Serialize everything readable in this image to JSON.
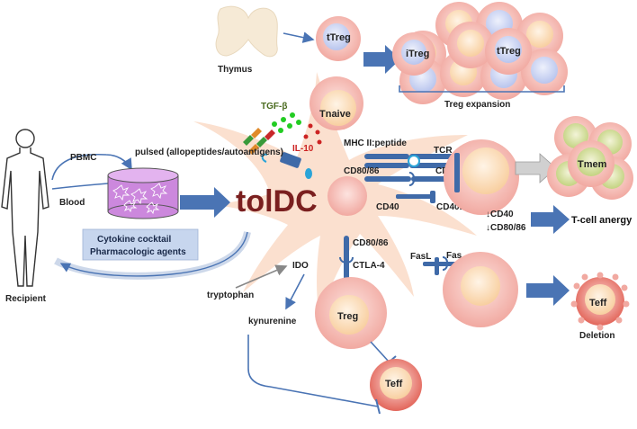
{
  "labels": {
    "thymus": "Thymus",
    "treg_thymus": "tTreg",
    "itreg": "iTreg",
    "ttreg_cluster": "tTreg",
    "treg_expansion": "Treg expansion",
    "tnaive": "Tnaive",
    "tgf_beta": "TGF-β",
    "il10": "IL-10",
    "mhc": "MHC II:peptide",
    "tcr": "TCR",
    "cd80_86_a": "CD80/86",
    "cd28": "CD28",
    "cd40": "CD40",
    "cd40l": "CD40L",
    "tmem": "Tmem",
    "down_cd40": "↓CD40",
    "down_cd80": "↓CD80/86",
    "anergy": "T-cell anergy",
    "pbmc": "PBMC",
    "pulsed": "pulsed (allopeptides/autoantigens)",
    "blood": "Blood",
    "toldc": "tolDC",
    "cocktail_1": "Cytokine cocktail",
    "cocktail_2": "Pharmacologic agents",
    "recipient": "Recipient",
    "ido": "IDO",
    "tryptophan": "tryptophan",
    "kynurenine": "kynurenine",
    "cd80_86_b": "CD80/86",
    "ctla4": "CTLA-4",
    "treg_mid": "Treg",
    "teff_bottom": "Teff",
    "fasl": "FasL",
    "fas": "Fas",
    "teff_deletion": "Teff",
    "deletion": "Deletion"
  },
  "colors": {
    "cell_outer": "#f4b9b2",
    "cell_inner": "#fbd9b5",
    "dc_body": "#fbe0cf",
    "arrow_blue": "#4a74b4",
    "receptor": "#3f6aa8",
    "treg_blue": "#c9d3f2",
    "tmem_green": "#c8d98a",
    "toldc_text": "#7a1f1f",
    "dish": "#cc88dd",
    "box_fill": "#c7d6ee"
  }
}
